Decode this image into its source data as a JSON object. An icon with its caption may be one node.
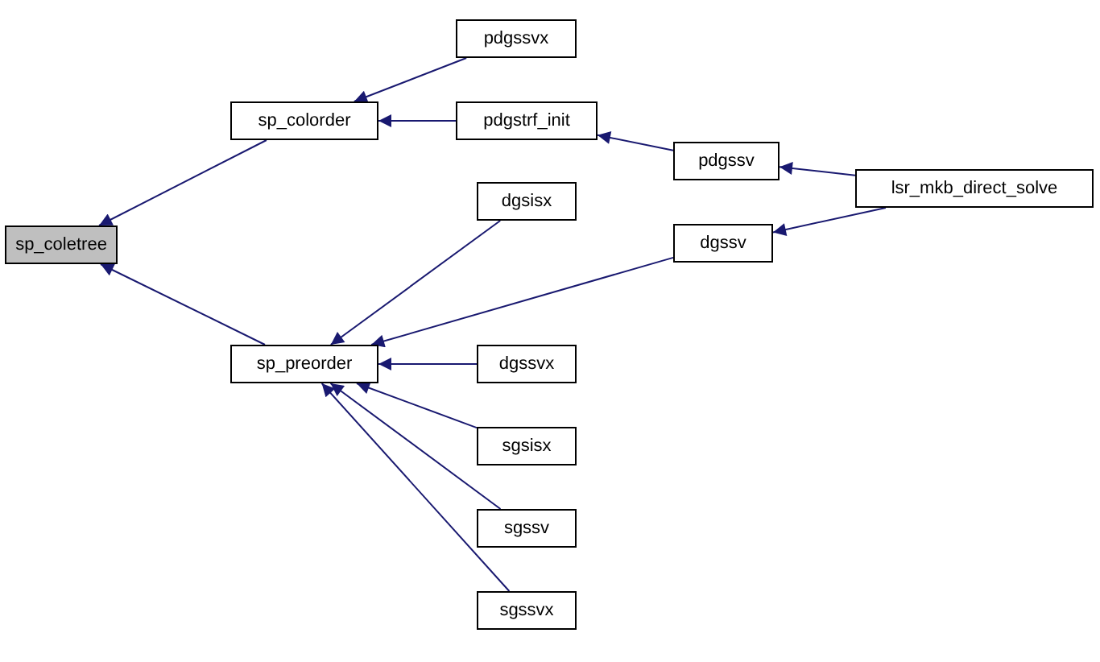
{
  "diagram": {
    "nodes": [
      {
        "text": [
          "sp_coletree"
        ]
      },
      {
        "text": [
          "sp_colorder"
        ]
      },
      {
        "text": [
          "sp_preorder"
        ]
      },
      {
        "text": [
          "pdgssvx"
        ]
      },
      {
        "text": [
          "pdgstrf_init"
        ]
      },
      {
        "text": [
          "pdgssv"
        ]
      },
      {
        "text": [
          "lsr_mkb_direct_solve"
        ]
      },
      {
        "text": [
          "dgsisx"
        ]
      },
      {
        "text": [
          "dgssv"
        ]
      },
      {
        "text": [
          "dgssvx"
        ]
      },
      {
        "text": [
          "sgsisx"
        ]
      },
      {
        "text": [
          "sgssv"
        ]
      },
      {
        "text": [
          "sgssvx"
        ]
      }
    ],
    "edges": [
      {
        "from": 1,
        "to": 0,
        "arrow": "to"
      },
      {
        "from": 2,
        "to": 0,
        "arrow": "to"
      },
      {
        "from": 3,
        "to": 1,
        "arrow": "to"
      },
      {
        "from": 4,
        "to": 1,
        "arrow": "to"
      },
      {
        "from": 5,
        "to": 4,
        "arrow": "to"
      },
      {
        "from": 6,
        "to": 5,
        "arrow": "to"
      },
      {
        "from": 6,
        "to": 8,
        "arrow": "to"
      },
      {
        "from": 7,
        "to": 2,
        "arrow": "to"
      },
      {
        "from": 8,
        "to": 2,
        "arrow": "to"
      },
      {
        "from": 9,
        "to": 2,
        "arrow": "to"
      },
      {
        "from": 10,
        "to": 2,
        "arrow": "to"
      },
      {
        "from": 11,
        "to": 2,
        "arrow": "to"
      },
      {
        "from": 12,
        "to": 2,
        "arrow": "to"
      }
    ]
  }
}
